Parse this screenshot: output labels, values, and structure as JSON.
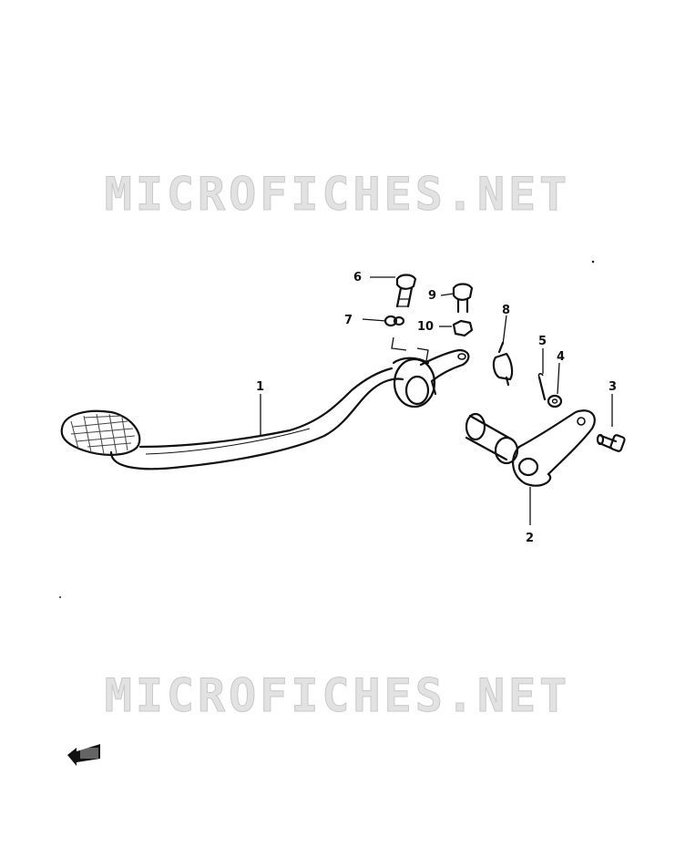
{
  "watermark": {
    "top": "MICROFICHES.NET",
    "bottom": "MICROFICHES.NET"
  },
  "callouts": {
    "c1": "1",
    "c2": "2",
    "c3": "3",
    "c4": "4",
    "c5": "5",
    "c6": "6",
    "c7": "7",
    "c8": "8",
    "c9": "9",
    "c10": "10"
  },
  "parts": [
    {
      "id": "1",
      "name": "brake-pedal-icon"
    },
    {
      "id": "2",
      "name": "pedal-shaft-arm-icon"
    },
    {
      "id": "3",
      "name": "arm-bolt-icon"
    },
    {
      "id": "4",
      "name": "washer-icon"
    },
    {
      "id": "5",
      "name": "cotter-pin-icon"
    },
    {
      "id": "6",
      "name": "pedal-bolt-icon"
    },
    {
      "id": "7",
      "name": "pedal-washer-icon"
    },
    {
      "id": "8",
      "name": "clip-icon"
    },
    {
      "id": "9",
      "name": "adjust-bolt-icon"
    },
    {
      "id": "10",
      "name": "adjust-nut-icon"
    }
  ],
  "colors": {
    "ink": "#111111",
    "watermark": "#e2e2e2"
  },
  "icons": {
    "front-indicator": "front-arrow-icon"
  }
}
